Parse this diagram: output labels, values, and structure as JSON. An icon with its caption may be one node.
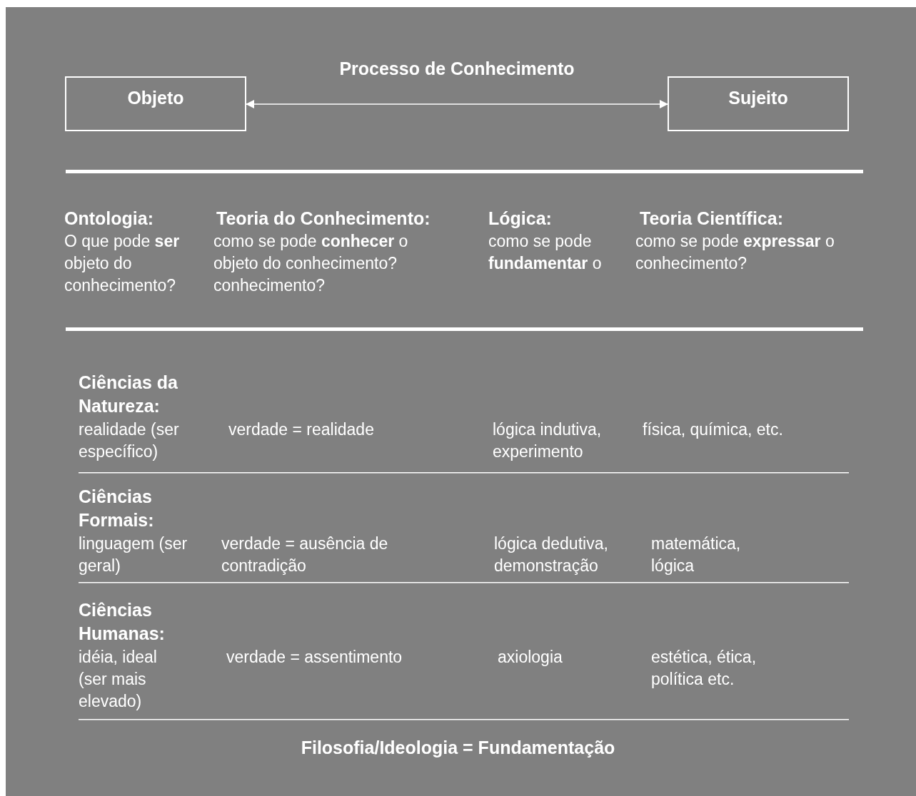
{
  "diagram": {
    "nodes": [
      {
        "text": [
          "Objeto"
        ]
      },
      {
        "text": [
          "Sujeito"
        ]
      }
    ],
    "edges": [
      {
        "from": 0,
        "to": 1,
        "arrow": "both",
        "label": "Processo de Conhecimento"
      }
    ],
    "labels": [
      "Ontologia:",
      "Teoria do Conhecimento:",
      "Lógica:",
      "Teoria Científica:",
      "O que pode **ser** objeto do conhecimento?",
      "como se pode **conhecer** o objeto do conhecimento? conhecimento?",
      "como se pode **fundamentar** o",
      "como se pode **expressar** o conhecimento?",
      "Ciências da Natureza:",
      "realidade (ser específico)",
      "verdade = realidade",
      "lógica indutiva, experimento",
      "física, química, etc.",
      "Ciências Formais:",
      "linguagem (ser geral)",
      "verdade = ausência de contradição",
      "lógica dedutiva, demonstração",
      "matemática, lógica",
      "Ciências Humanas:",
      "idéia, ideal (ser mais elevado)",
      "verdade = assentimento",
      "axiologia",
      "estética, ética, política etc.",
      "Filosofia/Ideologia = Fundamentação"
    ]
  }
}
